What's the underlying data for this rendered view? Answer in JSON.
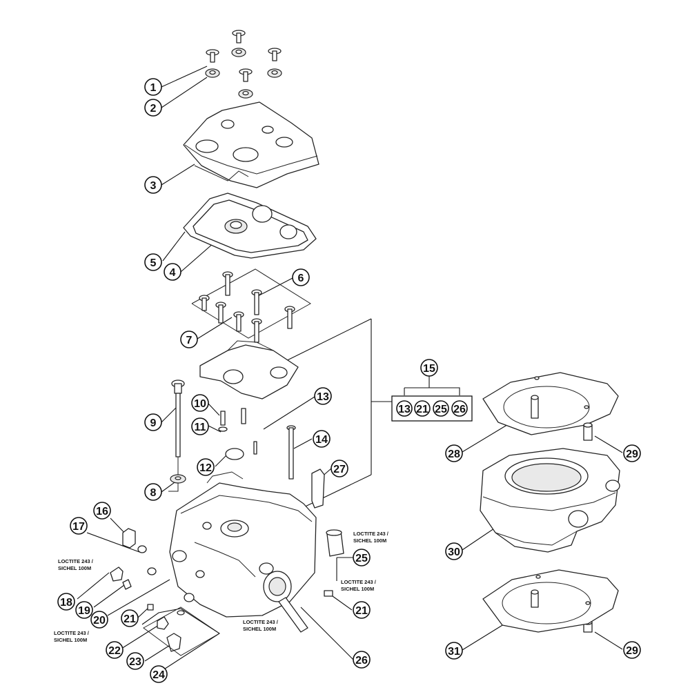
{
  "callouts": [
    {
      "id": "c1",
      "label": "1"
    },
    {
      "id": "c2",
      "label": "2"
    },
    {
      "id": "c3",
      "label": "3"
    },
    {
      "id": "c4",
      "label": "4"
    },
    {
      "id": "c5",
      "label": "5"
    },
    {
      "id": "c6",
      "label": "6"
    },
    {
      "id": "c7",
      "label": "7"
    },
    {
      "id": "c8",
      "label": "8"
    },
    {
      "id": "c9",
      "label": "9"
    },
    {
      "id": "c10",
      "label": "10"
    },
    {
      "id": "c11",
      "label": "11"
    },
    {
      "id": "c12",
      "label": "12"
    },
    {
      "id": "c13",
      "label": "13"
    },
    {
      "id": "c14",
      "label": "14"
    },
    {
      "id": "c15",
      "label": "15"
    },
    {
      "id": "c16",
      "label": "16"
    },
    {
      "id": "c17",
      "label": "17"
    },
    {
      "id": "c18",
      "label": "18"
    },
    {
      "id": "c19",
      "label": "19"
    },
    {
      "id": "c20",
      "label": "20"
    },
    {
      "id": "c21a",
      "label": "21"
    },
    {
      "id": "c21b",
      "label": "21"
    },
    {
      "id": "c22",
      "label": "22"
    },
    {
      "id": "c23",
      "label": "23"
    },
    {
      "id": "c24",
      "label": "24"
    },
    {
      "id": "c25",
      "label": "25"
    },
    {
      "id": "c26",
      "label": "26"
    },
    {
      "id": "c27",
      "label": "27"
    },
    {
      "id": "c28",
      "label": "28"
    },
    {
      "id": "c29a",
      "label": "29"
    },
    {
      "id": "c29b",
      "label": "29"
    },
    {
      "id": "c30",
      "label": "30"
    },
    {
      "id": "c31",
      "label": "31"
    }
  ],
  "kit_contents": [
    "13",
    "21",
    "25",
    "26"
  ],
  "notes": {
    "n1_line1": "LOCTITE 243 /",
    "n1_line2": "SICHEL 100M",
    "n2_line1": "LOCTITE 243 /",
    "n2_line2": "SICHEL 100M",
    "n3_line1": "LOCTITE 243 /",
    "n3_line2": "SICHEL 100M",
    "n4_line1": "LOCTITE 243 /",
    "n4_line2": "SICHEL 100M",
    "n5_line1": "LOCTITE 243 /",
    "n5_line2": "SICHEL 100M"
  }
}
